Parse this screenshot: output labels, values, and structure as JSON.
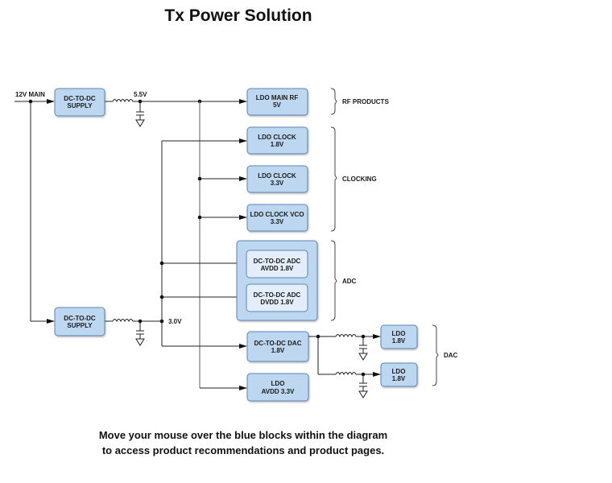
{
  "title": "Tx Power Solution",
  "footer": {
    "line1": "Move your mouse over the blue blocks within the diagram",
    "line2": "to access product recommendations and product pages."
  },
  "rails": {
    "input": "12V MAIN",
    "rail_5v5": "5.5V",
    "rail_3v0": "3.0V"
  },
  "blocks": {
    "dcdc_top": [
      "DC-TO-DC",
      "SUPPLY"
    ],
    "dcdc_bottom": [
      "DC-TO-DC",
      "SUPPLY"
    ],
    "ldo_main_rf": [
      "LDO MAIN RF",
      "5V"
    ],
    "ldo_clock_18": [
      "LDO CLOCK",
      "1.8V"
    ],
    "ldo_clock_33": [
      "LDO CLOCK",
      "3.3V"
    ],
    "ldo_clock_vco": [
      "LDO CLOCK VCO",
      "3.3V"
    ],
    "dcdc_adc_avdd": [
      "DC-TO-DC ADC",
      "AVDD 1.8V"
    ],
    "dcdc_adc_dvdd": [
      "DC-TO-DC ADC",
      "DVDD 1.8V"
    ],
    "dcdc_dac": [
      "DC-TO-DC DAC",
      "1.8V"
    ],
    "ldo_avdd": [
      "LDO",
      "AVDD 3.3V"
    ],
    "ldo_dac_1": [
      "LDO",
      "1.8V"
    ],
    "ldo_dac_2": [
      "LDO",
      "1.8V"
    ]
  },
  "groups": {
    "rf": "RF PRODUCTS",
    "clocking": "CLOCKING",
    "adc": "ADC",
    "dac": "DAC"
  }
}
